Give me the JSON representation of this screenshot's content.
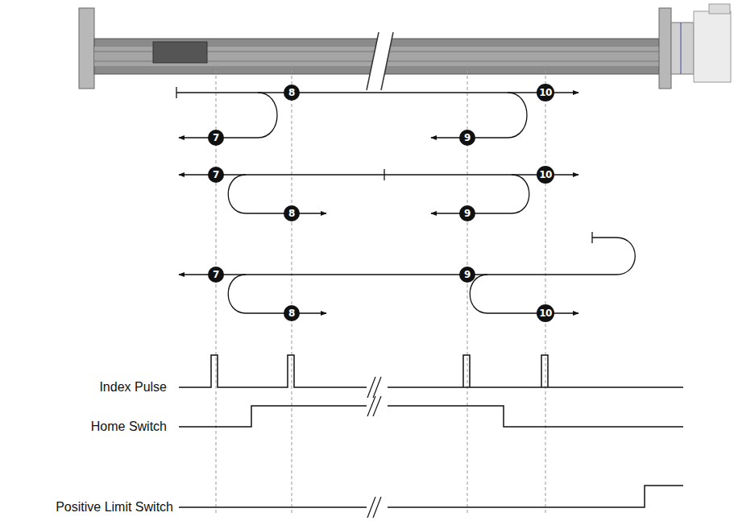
{
  "diagram": {
    "nodes": [
      {
        "text": [
          "8"
        ]
      },
      {
        "text": [
          "10"
        ]
      },
      {
        "text": [
          "7"
        ]
      },
      {
        "text": [
          "9"
        ]
      },
      {
        "text": [
          "7"
        ]
      },
      {
        "text": [
          "10"
        ]
      },
      {
        "text": [
          "8"
        ]
      },
      {
        "text": [
          "9"
        ]
      },
      {
        "text": [
          "7"
        ]
      },
      {
        "text": [
          "9"
        ]
      },
      {
        "text": [
          "8"
        ]
      },
      {
        "text": [
          "10"
        ]
      }
    ],
    "labels": [
      "Index Pulse",
      "Home Switch",
      "Positive Limit Switch"
    ]
  }
}
